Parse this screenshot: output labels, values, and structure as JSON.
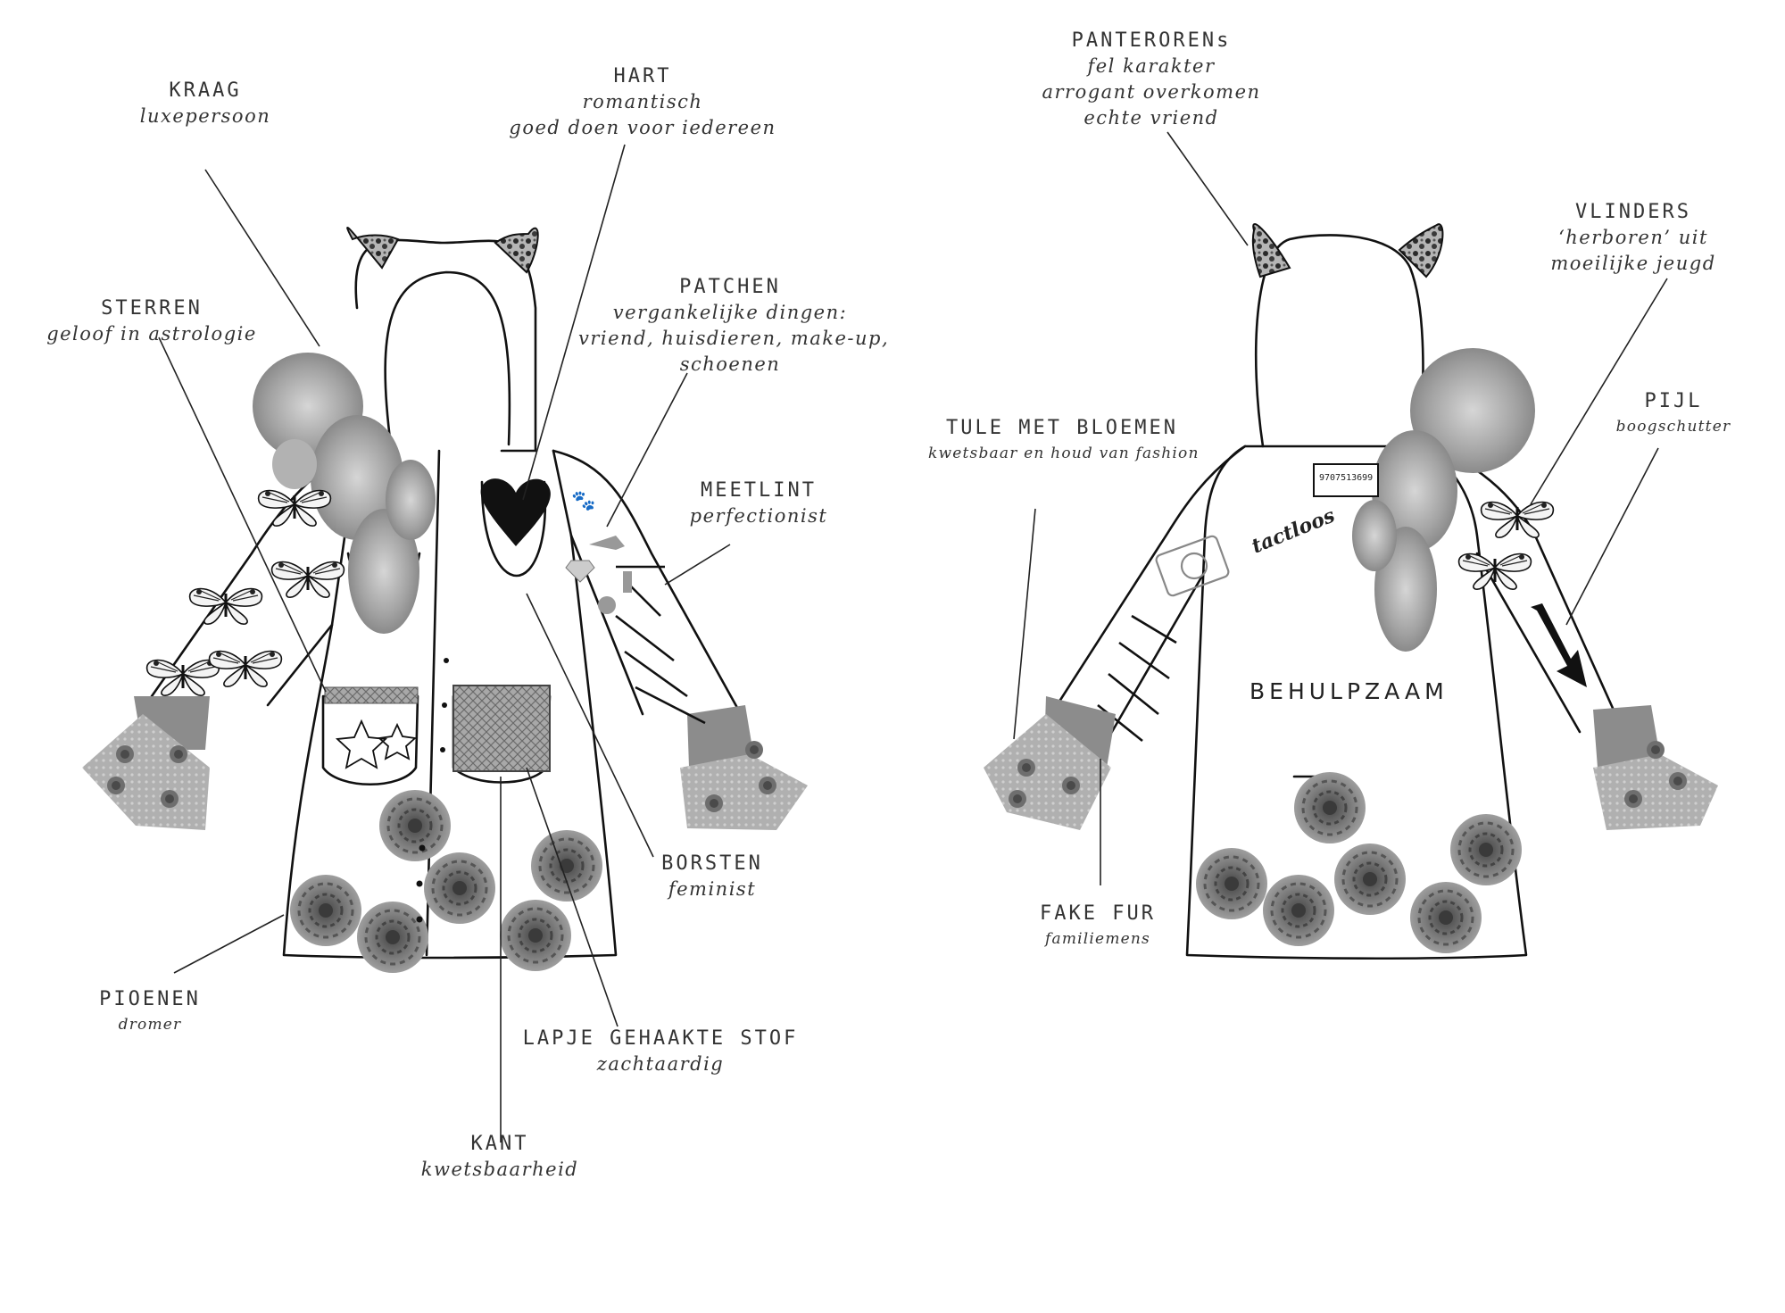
{
  "front": {
    "kraag": {
      "title": "KRAAG",
      "desc": "luxepersoon"
    },
    "hart": {
      "title": "HART",
      "desc1": "romantisch",
      "desc2": "goed doen voor iedereen"
    },
    "sterren": {
      "title": "STERREN",
      "desc": "geloof in astrologie"
    },
    "patchen": {
      "title": "PATCHEN",
      "desc1": "vergankelijke dingen:",
      "desc2": "vriend, huisdieren, make-up,",
      "desc3": "schoenen"
    },
    "meetlint": {
      "title": "MEETLINT",
      "desc": "perfectionist"
    },
    "borsten": {
      "title": "BORSTEN",
      "desc": "feminist"
    },
    "pioenen": {
      "title": "PIOENEN",
      "desc": "dromer"
    },
    "lapje": {
      "title": "LAPJE GEHAAKTE STOF",
      "desc": "zachtaardig"
    },
    "kant": {
      "title": "KANT",
      "desc": "kwetsbaarheid"
    }
  },
  "back": {
    "panteroren": {
      "title": "PANTERORENs",
      "desc1": "fel karakter",
      "desc2": "arrogant overkomen",
      "desc3": "echte vriend"
    },
    "vlinders": {
      "title": "VLINDERS",
      "desc1": "‘herboren’ uit",
      "desc2": "moeilijke jeugd"
    },
    "pijl": {
      "title": "PIJL",
      "desc": "boogschutter"
    },
    "tule": {
      "title": "TULE MET BLOEMEN",
      "desc": "kwetsbaar en houd van fashion"
    },
    "fakefur": {
      "title": "FAKE FUR",
      "desc": "familiemens"
    },
    "slogan": "BEHULPZAAM",
    "patch_word": "tactloos",
    "tag_number": "9707513699"
  },
  "colors": {
    "ink": "#1a1a1a",
    "label": "#333333",
    "fur": "#9a9a9a",
    "flower": "#7a7a7a",
    "cuff": "#8c8c8c"
  },
  "icons": [
    "cat-ear-icon",
    "heart-icon",
    "butterfly-icon",
    "star-icon",
    "peony-icon",
    "paw-icon",
    "heel-icon",
    "diamond-icon",
    "lipstick-icon",
    "cat-face-icon",
    "camera-icon",
    "arrow-icon"
  ]
}
